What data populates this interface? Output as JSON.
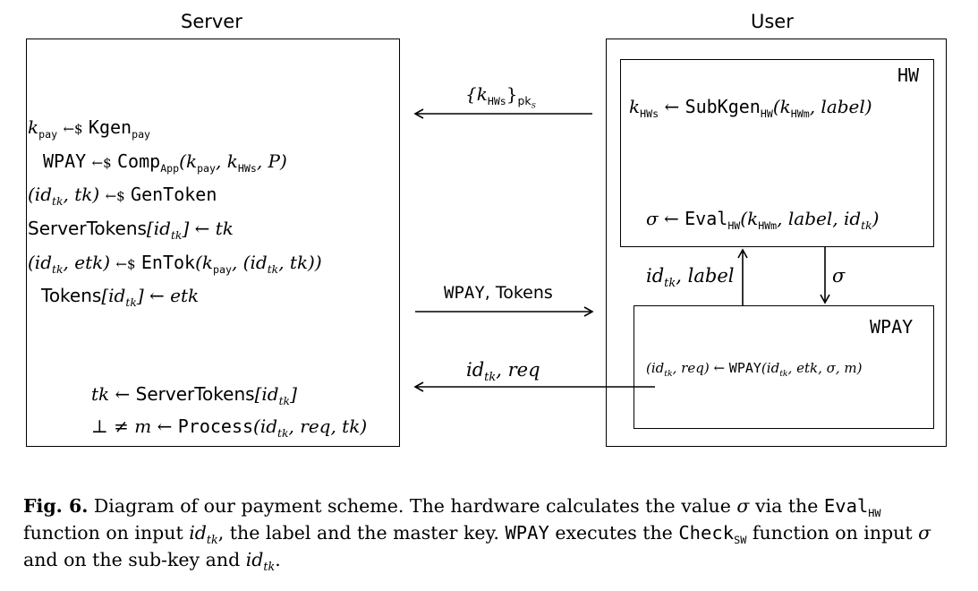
{
  "server": {
    "title": "Server",
    "lines": {
      "l1_var": "k",
      "l1_sub": "pay",
      "l1_arrow": "←$",
      "l1_fn": "Kgen",
      "l1_fn_sub": "pay",
      "l2_lhs": "WPAY",
      "l2_arrow": "←$",
      "l2_fn": "Comp",
      "l2_fn_sub": "App",
      "l2_args": "(k",
      "l2_a1sub": "pay",
      "l2_mid": ", k",
      "l2_a2sub": "HWs",
      "l2_end": ", P)",
      "l3_lhs": "(id",
      "l3_sub": "tk",
      "l3_mid": ", tk)",
      "l3_arrow": "←$",
      "l3_fn": "GenToken",
      "l4_name": "ServerTokens",
      "l4_idx": "[id",
      "l4_sub": "tk",
      "l4_end": "] ← tk",
      "l5_lhs": "(id",
      "l5_sub": "tk",
      "l5_mid": ", etk)",
      "l5_arrow": "←$",
      "l5_fn": "EnTok",
      "l5_args": "(k",
      "l5_a1sub": "pay",
      "l5_a2": ", (id",
      "l5_a2sub": "tk",
      "l5_end": ", tk))",
      "l6_name": "Tokens",
      "l6_idx": "[id",
      "l6_sub": "tk",
      "l6_end": "] ← etk",
      "l7_lhs": "tk ←",
      "l7_name": "ServerTokens",
      "l7_idx": "[id",
      "l7_sub": "tk",
      "l7_end": "]",
      "l8_lhs": "⊥ ≠ m ←",
      "l8_fn": "Process",
      "l8_args": "(id",
      "l8_sub": "tk",
      "l8_end": ", req, tk)"
    }
  },
  "user": {
    "title": "User",
    "hw": {
      "label": "HW",
      "line1_lhs": "k",
      "line1_sub": "HWs",
      "line1_arrow": "←",
      "line1_fn": "SubKgen",
      "line1_fn_sub": "HW",
      "line1_args": "(k",
      "line1_asub": "HWm",
      "line1_end": ", label)",
      "line2_lhs": "σ ←",
      "line2_fn": "Eval",
      "line2_fn_sub": "HW",
      "line2_args": "(k",
      "line2_asub": "HWm",
      "line2_mid": ", label, id",
      "line2_sub": "tk",
      "line2_end": ")"
    },
    "wpay": {
      "label": "WPAY",
      "line1_lhs": "(id",
      "line1_sub": "tk",
      "line1_mid": ", req) ←",
      "line1_fn": "WPAY",
      "line1_args": "(id",
      "line1_asub": "tk",
      "line1_end": ", etk, σ, m)"
    }
  },
  "arrows": {
    "top_label": "{k",
    "top_sub": "HWs",
    "top_end": "}",
    "top_sub2": "pk",
    "top_sub2b": "S",
    "mid_label_1": "WPAY",
    "mid_label_2": ", Tokens",
    "bottom_label": "id",
    "bottom_sub": "tk",
    "bottom_end": ", req",
    "up_label": "id",
    "up_sub": "tk",
    "up_end": ", label",
    "down_label": "σ"
  },
  "caption": {
    "fig": "Fig. 6.",
    "t1": " Diagram of our payment scheme. The hardware calculates the value ",
    "sigma1": "σ",
    "t2": " via the ",
    "eval": "Eval",
    "eval_sub": "HW",
    "t3": " function on input ",
    "id1": "id",
    "id1_sub": "tk",
    "t4": ", the label and the master key. ",
    "wpay": "WPAY",
    "t5": " executes the ",
    "check": "Check",
    "check_sub": "SW",
    "t6": " function on input ",
    "sigma2": "σ",
    "t7": " and on the sub-key and ",
    "id2": "id",
    "id2_sub": "tk",
    "t8": "."
  }
}
